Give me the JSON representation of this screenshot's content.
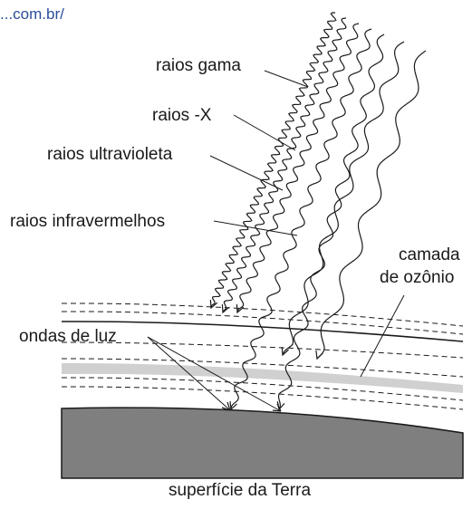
{
  "source_url": "...com.br/",
  "labels": {
    "raios_gama": "raios gama",
    "raios_x": "raios -X",
    "raios_ultravioleta": "raios ultravioleta",
    "raios_infravermelhos": "raios  infravermelhos",
    "camada_line1": "camada",
    "camada_line2": "de ozônio",
    "ondas_de_luz": "ondas de luz",
    "superficie": "superfície da Terra"
  },
  "colors": {
    "ink": "#1a1a1a",
    "ozone_band": "#d0d0d0",
    "earth": "#7f7f7f",
    "url": "#2a4d9b"
  }
}
